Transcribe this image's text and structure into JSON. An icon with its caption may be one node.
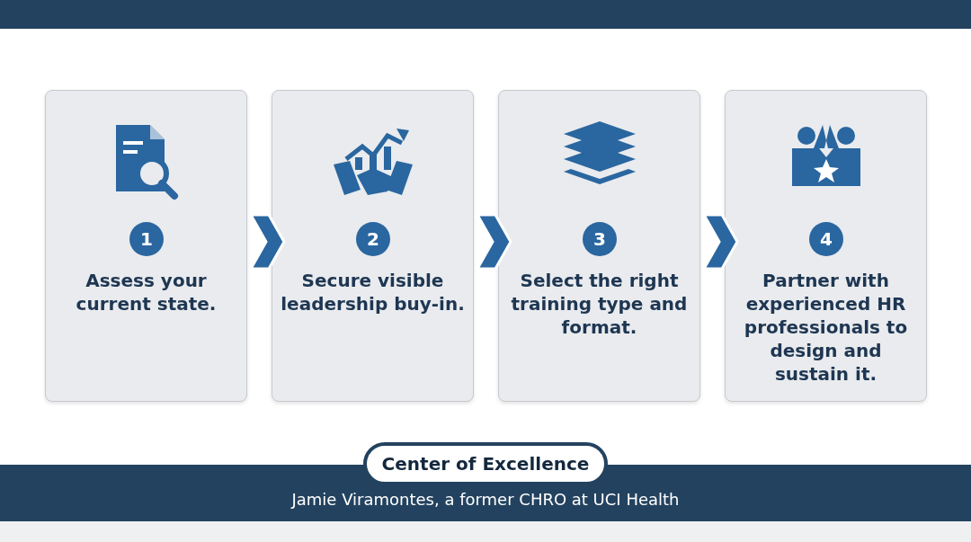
{
  "diagram": {
    "nodes": [
      {
        "text": [
          "1",
          "Assess your current state."
        ]
      },
      {
        "text": [
          "2",
          "Secure visible leadership buy-in."
        ]
      },
      {
        "text": [
          "3",
          "Select the right training type and format."
        ]
      },
      {
        "text": [
          "4",
          "Partner with experienced HR professionals to design and sustain it."
        ]
      },
      {
        "text": [
          "Center of Excellence"
        ]
      }
    ],
    "edges": [
      {
        "from": 0,
        "to": 1,
        "arrow": "to"
      },
      {
        "from": 1,
        "to": 2,
        "arrow": "to"
      },
      {
        "from": 2,
        "to": 3,
        "arrow": "to"
      }
    ],
    "labels": [
      "Jamie Viramontes, a former CHRO at UCI Health"
    ]
  }
}
